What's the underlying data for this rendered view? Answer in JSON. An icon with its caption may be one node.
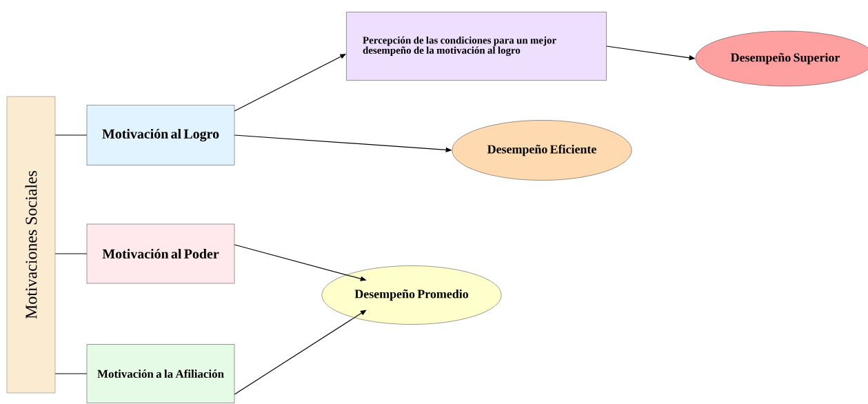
{
  "diagram": {
    "nodes": [
      {
        "text": [
          "Motivaciones Sociales"
        ]
      },
      {
        "text": [
          "Motivación al Logro"
        ]
      },
      {
        "text": [
          "Percepción de las condiciones para un mejor desempeño de la motivación al logro"
        ]
      },
      {
        "text": [
          "Desempeño Superior"
        ]
      },
      {
        "text": [
          "Desempeño Eficiente"
        ]
      },
      {
        "text": [
          "Motivación al Poder"
        ]
      },
      {
        "text": [
          "Desempeño Promedio"
        ]
      },
      {
        "text": [
          "Motivación a la Afiliación"
        ]
      }
    ],
    "edges": [
      {
        "from": 0,
        "to": 1,
        "arrow": "none"
      },
      {
        "from": 0,
        "to": 5,
        "arrow": "none"
      },
      {
        "from": 0,
        "to": 7,
        "arrow": "none"
      },
      {
        "from": 1,
        "to": 2,
        "arrow": "to"
      },
      {
        "from": 2,
        "to": 3,
        "arrow": "to"
      },
      {
        "from": 1,
        "to": 4,
        "arrow": "to"
      },
      {
        "from": 5,
        "to": 6,
        "arrow": "to"
      },
      {
        "from": 7,
        "to": 6,
        "arrow": "to"
      }
    ]
  }
}
